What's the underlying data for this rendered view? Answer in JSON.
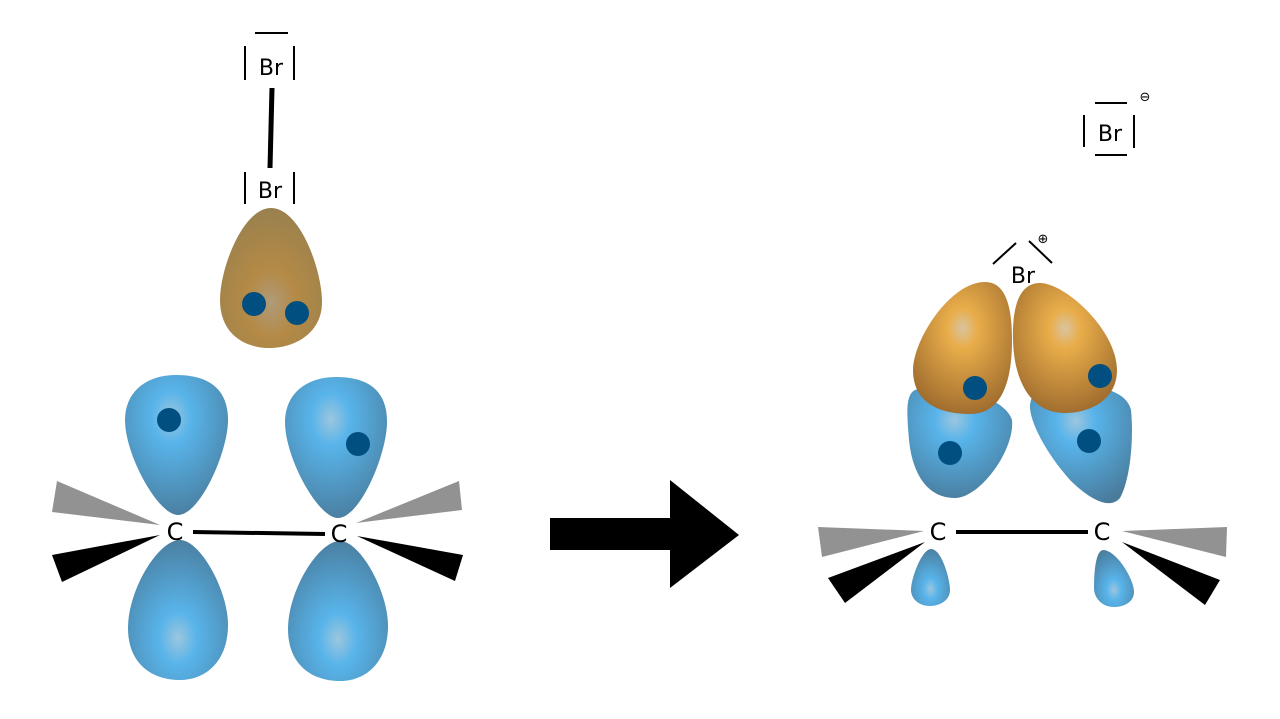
{
  "left_panel": {
    "bromine_top_label": "Br",
    "bromine_bottom_label": "Br",
    "carbon_left_label": "C",
    "carbon_right_label": "C"
  },
  "right_panel": {
    "bromide_label": "Br",
    "bromide_charge": "⊖",
    "bromonium_label": "Br",
    "bromonium_charge": "⊕",
    "carbon_left_label": "C",
    "carbon_right_label": "C"
  },
  "colors": {
    "p_orbital_blue": "#56b8f2",
    "p_orbital_blue_dark": "#4a7c9e",
    "bromine_orbital_orange": "#f5b445",
    "bromine_orbital_brown": "#9a7c52",
    "electron_dot": "#004f80",
    "wedge_gray": "#929292",
    "arrow": "#000000"
  }
}
